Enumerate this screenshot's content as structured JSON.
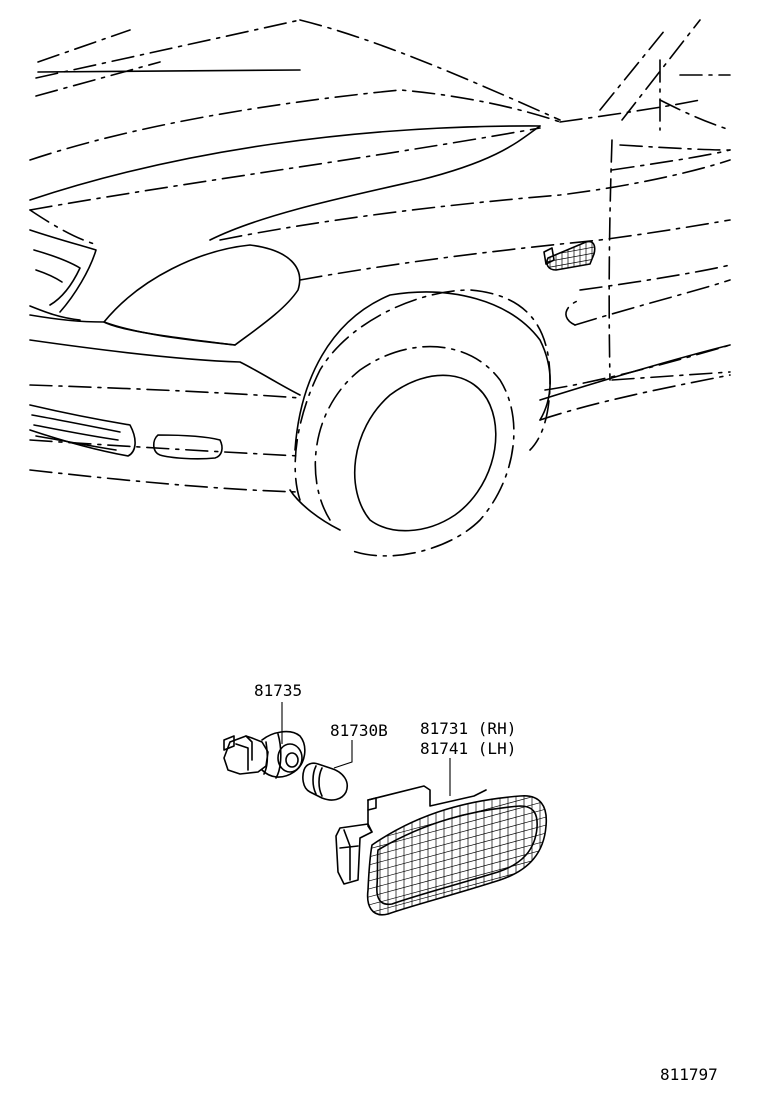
{
  "parts": {
    "socket": "81735",
    "bulb": "81730B",
    "lamp_rh": "81731 (RH)",
    "lamp_lh": "81741 (LH)"
  },
  "figure_number": "811797"
}
